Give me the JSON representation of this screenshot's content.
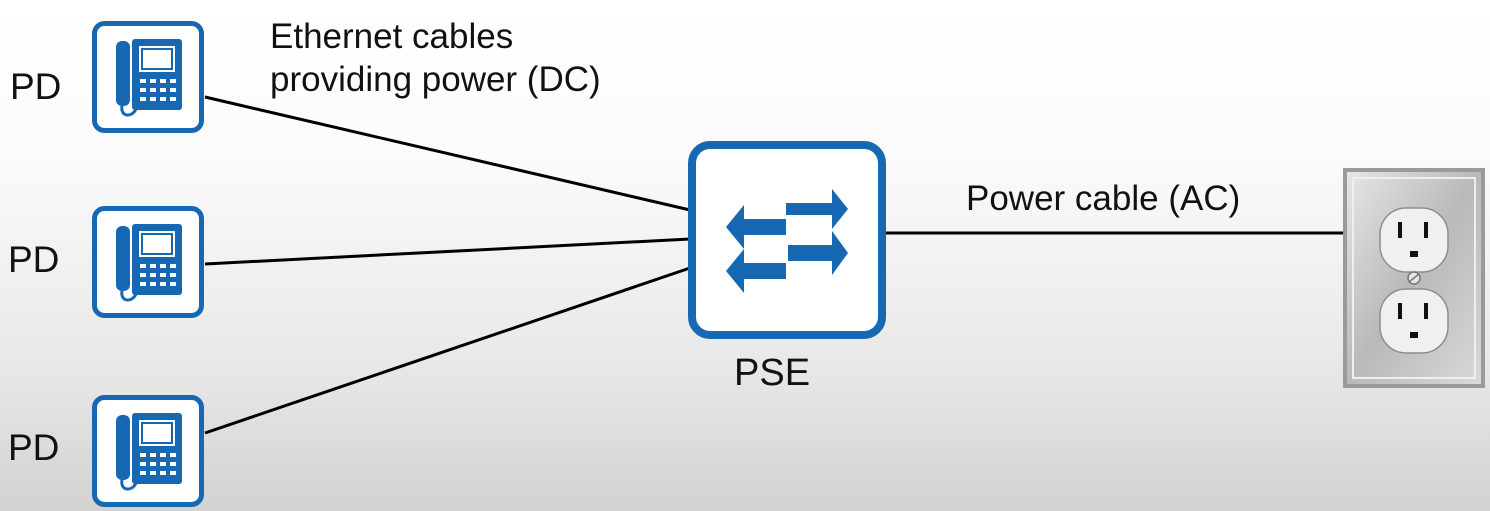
{
  "labels": {
    "pd_top": "PD",
    "pd_middle": "PD",
    "pd_bottom": "PD",
    "ethernet_line1": "Ethernet cables",
    "ethernet_line2": "providing power (DC)",
    "power_cable": "Power cable (AC)",
    "pse": "PSE"
  },
  "colors": {
    "icon_blue": "#1768b2",
    "wire": "#000000",
    "outlet_plate": "#c8c8c8",
    "outlet_receptacle": "#efefef"
  },
  "icons": {
    "phone": "ip-phone-icon",
    "switch": "switch-icon",
    "outlet": "wall-outlet-icon"
  }
}
